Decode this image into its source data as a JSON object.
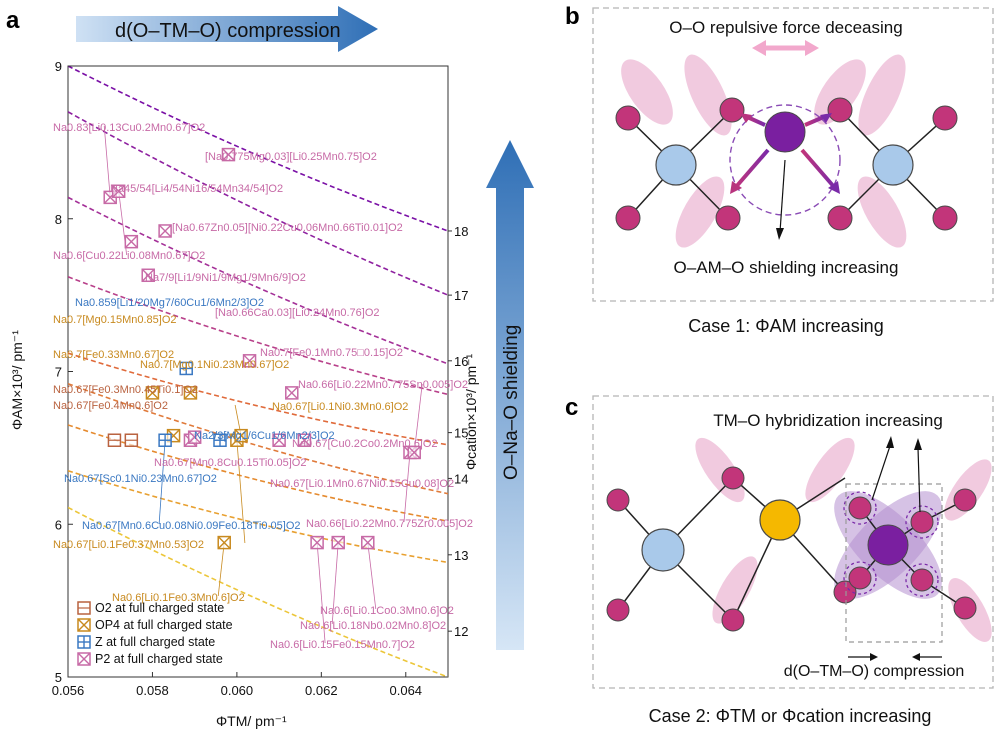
{
  "panels": {
    "a": {
      "letter": "a"
    },
    "b": {
      "letter": "b",
      "title": "O–O repulsive force deceasing",
      "shield_label": "O–AM–O shielding increasing",
      "caption": "Case 1: ΦAM increasing"
    },
    "c": {
      "letter": "c",
      "title": "TM–O hybridization increasing",
      "compression_label": "d(O–TM–O) compression",
      "caption": "Case 2: ΦTM or Φcation increasing"
    }
  },
  "arrows": {
    "top_label": "d(O–TM–O) compression",
    "right_label": "O–Na–O shielding"
  },
  "colors": {
    "purple": "#7a1fa0",
    "pink": "#c76aa6",
    "orange": "#e09a3a",
    "blue": "#3a78c2",
    "brown": "#b9623f",
    "gold": "#c88a1f",
    "light_blue_atom": "#a9c9ea",
    "yellow_atom": "#f5b800",
    "magenta_atom": "#c2357a",
    "arrow_blue": "#3b7bc0"
  },
  "chart_data": {
    "type": "scatter",
    "xlabel": "ΦTM/ pm⁻¹",
    "ylabel": "ΦAM×10³/ pm⁻¹",
    "y2label": "Φcation×10³/ pm⁻¹",
    "xlim": [
      0.056,
      0.065
    ],
    "ylim": [
      5,
      9
    ],
    "xticks": [
      "0.056",
      "0.058",
      "0.060",
      "0.062",
      "0.064"
    ],
    "yticks": [
      "5",
      "6",
      "7",
      "8",
      "9"
    ],
    "contours": [
      {
        "label": "12",
        "color": "#ecc63a",
        "y_start": 6.11,
        "y_end": 5.0
      },
      {
        "label": "13",
        "color": "#e8a030",
        "y_start": 6.35,
        "y_end": 5.75
      },
      {
        "label": "14",
        "color": "#e58a2e",
        "y_start": 6.65,
        "y_end": 6.02
      },
      {
        "label": "15",
        "color": "#e07a3a",
        "y_start": 6.92,
        "y_end": 6.2
      },
      {
        "label": "15",
        "color": "#e06a3a",
        "y_start": 7.12,
        "y_end": 6.52
      },
      {
        "label": "16",
        "color": "#b8408a",
        "y_start": 7.62,
        "y_end": 6.85
      },
      {
        "label": "16",
        "color": "#a43098",
        "y_start": 8.14,
        "y_end": 7.05
      },
      {
        "label": "17",
        "color": "#8e20a0",
        "y_start": 8.7,
        "y_end": 7.5
      },
      {
        "label": "18",
        "color": "#7a10a6",
        "y_start": 9.0,
        "y_end": 7.92
      }
    ],
    "y2_ticks": [
      "12",
      "13",
      "14",
      "15",
      "16",
      "17",
      "18"
    ],
    "y2_tick_y": [
      5.3,
      5.8,
      6.3,
      6.6,
      7.07,
      7.5,
      7.92
    ],
    "legend": [
      {
        "label": "O2 at full charged state",
        "marker": "square",
        "color": "#b9623f"
      },
      {
        "label": "OP4 at full charged state",
        "marker": "square-x",
        "color": "#c88a1f"
      },
      {
        "label": "Z at full charged state",
        "marker": "square-plus",
        "color": "#3a78c2"
      },
      {
        "label": "P2 at full charged state",
        "marker": "square-x",
        "color": "#c76aa6"
      }
    ],
    "series": [
      {
        "name": "O2 at full charged state",
        "marker": "square",
        "color": "#b9623f",
        "points": [
          {
            "x": 0.0571,
            "y": 6.55
          },
          {
            "x": 0.0575,
            "y": 6.55
          }
        ]
      },
      {
        "name": "OP4 at full charged state",
        "marker": "square-x",
        "color": "#c88a1f",
        "points": [
          {
            "x": 0.058,
            "y": 6.86
          },
          {
            "x": 0.0585,
            "y": 6.58
          },
          {
            "x": 0.0589,
            "y": 6.86
          },
          {
            "x": 0.06,
            "y": 6.55
          },
          {
            "x": 0.0601,
            "y": 6.58
          },
          {
            "x": 0.0597,
            "y": 5.88
          }
        ]
      },
      {
        "name": "Z at full charged state",
        "marker": "square-plus",
        "color": "#3a78c2",
        "points": [
          {
            "x": 0.0583,
            "y": 6.55
          },
          {
            "x": 0.0588,
            "y": 7.02
          },
          {
            "x": 0.0596,
            "y": 6.55
          }
        ]
      },
      {
        "name": "P2 at full charged state",
        "marker": "square-x",
        "color": "#c76aa6",
        "points": [
          {
            "x": 0.057,
            "y": 8.14
          },
          {
            "x": 0.0572,
            "y": 8.18
          },
          {
            "x": 0.0575,
            "y": 7.85
          },
          {
            "x": 0.0579,
            "y": 7.63
          },
          {
            "x": 0.0583,
            "y": 7.92
          },
          {
            "x": 0.0589,
            "y": 6.55
          },
          {
            "x": 0.059,
            "y": 6.57
          },
          {
            "x": 0.0598,
            "y": 8.42
          },
          {
            "x": 0.0603,
            "y": 7.07
          },
          {
            "x": 0.061,
            "y": 6.55
          },
          {
            "x": 0.0613,
            "y": 6.86
          },
          {
            "x": 0.0616,
            "y": 6.55
          },
          {
            "x": 0.0619,
            "y": 5.88
          },
          {
            "x": 0.0624,
            "y": 5.88
          },
          {
            "x": 0.0631,
            "y": 5.88
          },
          {
            "x": 0.0641,
            "y": 6.47
          },
          {
            "x": 0.0642,
            "y": 6.47
          }
        ]
      }
    ],
    "labels": [
      {
        "text": "Na0.83[Li0.13Cu0.2Mn0.67]O2",
        "color": "#c76aa6"
      },
      {
        "text": "[Na0.775Mg0.03][Li0.25Mn0.75]O2",
        "color": "#c76aa6"
      },
      {
        "text": "Na45/54[Li4/54Ni16/54Mn34/54]O2",
        "color": "#c76aa6"
      },
      {
        "text": "[Na0.67Zn0.05][Ni0.22Cu0.06Mn0.66Ti0.01]O2",
        "color": "#c76aa6"
      },
      {
        "text": "Na0.6[Cu0.22Li0.08Mn0.67]O2",
        "color": "#c76aa6"
      },
      {
        "text": "Na7/9[Li1/9Ni1/9Mg1/9Mn6/9]O2",
        "color": "#c76aa6"
      },
      {
        "text": "Na0.859[Li1/20Mg7/60Cu1/6Mn2/3]O2",
        "color": "#3a78c2"
      },
      {
        "text": "[Na0.66Ca0.03][Li0.24Mn0.76]O2",
        "color": "#c76aa6"
      },
      {
        "text": "Na0.7[Mg0.15Mn0.85]O2",
        "color": "#c88a1f"
      },
      {
        "text": "Na0.7[Fe0.1Mn0.75□0.15]O2",
        "color": "#c76aa6"
      },
      {
        "text": "Na0.7[Fe0.33Mn0.67]O2",
        "color": "#c88a1f"
      },
      {
        "text": "Na0.7[Mg0.1Ni0.23Mn0.67]O2",
        "color": "#c88a1f"
      },
      {
        "text": "Na0.66[Li0.22Mn0.775Sn0.005]O2",
        "color": "#c76aa6"
      },
      {
        "text": "Na0.67[Fe0.3Mn0.45Ti0.1]O2",
        "color": "#b9623f"
      },
      {
        "text": "Na0.67[Li0.1Ni0.3Mn0.6]O2",
        "color": "#c88a1f"
      },
      {
        "text": "Na0.67[Fe0.4Mn0.6]O2",
        "color": "#b9623f"
      },
      {
        "text": "Na2/3[Mg1/6Cu1/6Mn2/3]O2",
        "color": "#3a78c2"
      },
      {
        "text": "Na0.67[Cu0.2Co0.2Mn0.6]O2",
        "color": "#c76aa6"
      },
      {
        "text": "Na0.67[Mn0.8Cu0.15Ti0.05]O2",
        "color": "#c76aa6"
      },
      {
        "text": "Na0.67[Li0.1Mn0.67Ni0.15Cu0.08]O2",
        "color": "#c76aa6"
      },
      {
        "text": "Na0.67[Sc0.1Ni0.23Mn0.67]O2",
        "color": "#3a78c2"
      },
      {
        "text": "Na0.67[Mn0.6Cu0.08Ni0.09Fe0.18Ti0.05]O2",
        "color": "#3a78c2"
      },
      {
        "text": "Na0.66[Li0.22Mn0.775Zr0.005]O2",
        "color": "#c76aa6"
      },
      {
        "text": "Na0.67[Li0.1Fe0.37Mn0.53]O2",
        "color": "#c88a1f"
      },
      {
        "text": "Na0.6[Li0.1Fe0.3Mn0.6]O2",
        "color": "#c88a1f"
      },
      {
        "text": "Na0.6[Li0.1Co0.3Mn0.6]O2",
        "color": "#c76aa6"
      },
      {
        "text": "Na0.6[Li0.18Nb0.02Mn0.8]O2",
        "color": "#c76aa6"
      },
      {
        "text": "Na0.6[Li0.15Fe0.15Mn0.7]O2",
        "color": "#c76aa6"
      }
    ]
  }
}
